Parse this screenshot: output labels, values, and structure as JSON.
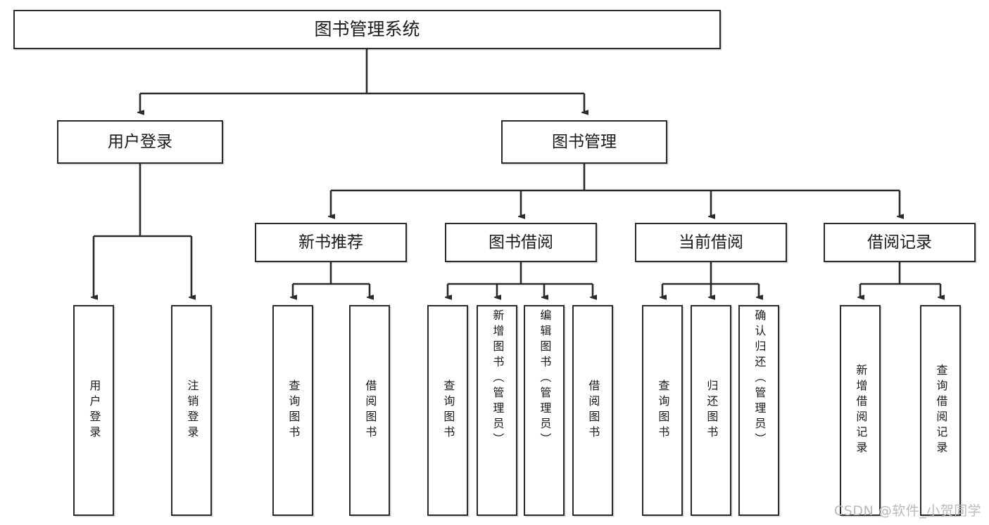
{
  "diagram": {
    "type": "tree-hierarchy-chart",
    "title": "图书管理系统",
    "root": {
      "label": "图书管理系统"
    },
    "level2": [
      {
        "id": "user-login",
        "label": "用户登录"
      },
      {
        "id": "book-management",
        "label": "图书管理"
      }
    ],
    "level3": [
      {
        "id": "new-book-recommend",
        "label": "新书推荐",
        "parent": "book-management"
      },
      {
        "id": "book-borrow",
        "label": "图书借阅",
        "parent": "book-management"
      },
      {
        "id": "current-borrow",
        "label": "当前借阅",
        "parent": "book-management"
      },
      {
        "id": "borrow-record",
        "label": "借阅记录",
        "parent": "book-management"
      }
    ],
    "leaves": {
      "user-login": [
        {
          "id": "leaf-user-login",
          "label": "用户登录"
        },
        {
          "id": "leaf-logout",
          "label": "注销登录"
        }
      ],
      "new-book-recommend": [
        {
          "id": "leaf-query-book-1",
          "label": "查询图书"
        },
        {
          "id": "leaf-borrow-book-1",
          "label": "借阅图书"
        }
      ],
      "book-borrow": [
        {
          "id": "leaf-query-book-2",
          "label": "查询图书"
        },
        {
          "id": "leaf-add-book",
          "label": "新增图书（管理员）"
        },
        {
          "id": "leaf-edit-book",
          "label": "编辑图书（管理员）"
        },
        {
          "id": "leaf-borrow-book-2",
          "label": "借阅图书"
        }
      ],
      "current-borrow": [
        {
          "id": "leaf-query-book-3",
          "label": "查询图书"
        },
        {
          "id": "leaf-return-book",
          "label": "归还图书"
        },
        {
          "id": "leaf-confirm-return",
          "label": "确认归还（管理员）"
        }
      ],
      "borrow-record": [
        {
          "id": "leaf-add-record",
          "label": "新增借阅记录"
        },
        {
          "id": "leaf-query-record",
          "label": "查询借阅记录"
        }
      ]
    },
    "colors": {
      "stroke": "#2b2b2b",
      "fill": "#ffffff",
      "text": "#1a1a1a",
      "watermark": "#b9b9b9"
    }
  },
  "watermark": {
    "text": "CSDN @软件_小贺同学"
  }
}
